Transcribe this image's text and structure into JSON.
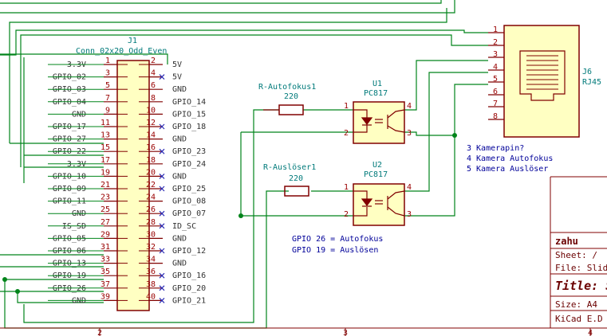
{
  "j1": {
    "ref": "J1",
    "value": "Conn_02x20_Odd_Even",
    "rows": [
      {
        "ln": "3.3V",
        "lp": "1",
        "rp": "2",
        "rn": "5V"
      },
      {
        "ln": "GPIO_02",
        "lp": "3",
        "rp": "4",
        "rn": "5V"
      },
      {
        "ln": "GPIO_03",
        "lp": "5",
        "rp": "6",
        "rn": "GND"
      },
      {
        "ln": "GPIO_04",
        "lp": "7",
        "rp": "8",
        "rn": "GPIO_14"
      },
      {
        "ln": "GND",
        "lp": "9",
        "rp": "10",
        "rn": "GPIO_15"
      },
      {
        "ln": "GPIO_17",
        "lp": "11",
        "rp": "12",
        "rn": "GPIO_18"
      },
      {
        "ln": "GPIO_27",
        "lp": "13",
        "rp": "14",
        "rn": "GND"
      },
      {
        "ln": "GPIO_22",
        "lp": "15",
        "rp": "16",
        "rn": "GPIO_23"
      },
      {
        "ln": "3.3V",
        "lp": "17",
        "rp": "18",
        "rn": "GPIO_24"
      },
      {
        "ln": "GPIO_10",
        "lp": "19",
        "rp": "20",
        "rn": "GND"
      },
      {
        "ln": "GPIO_09",
        "lp": "21",
        "rp": "22",
        "rn": "GPIO_25"
      },
      {
        "ln": "GPIO_11",
        "lp": "23",
        "rp": "24",
        "rn": "GPIO_08"
      },
      {
        "ln": "GND",
        "lp": "25",
        "rp": "26",
        "rn": "GPIO_07"
      },
      {
        "ln": "IS_SD",
        "lp": "27",
        "rp": "28",
        "rn": "ID_SC"
      },
      {
        "ln": "GPIO_05",
        "lp": "29",
        "rp": "30",
        "rn": "GND"
      },
      {
        "ln": "GPIO_06",
        "lp": "31",
        "rp": "32",
        "rn": "GPIO_12"
      },
      {
        "ln": "GPIO_13",
        "lp": "33",
        "rp": "34",
        "rn": "GND"
      },
      {
        "ln": "GPIO_19",
        "lp": "35",
        "rp": "36",
        "rn": "GPIO_16"
      },
      {
        "ln": "GPIO_26",
        "lp": "37",
        "rp": "38",
        "rn": "GPIO_20"
      },
      {
        "ln": "GND",
        "lp": "39",
        "rp": "40",
        "rn": "GPIO_21"
      }
    ]
  },
  "r1": {
    "ref": "R-Autofokus1",
    "value": "220"
  },
  "r2": {
    "ref": "R-Auslöser1",
    "value": "220"
  },
  "u1": {
    "ref": "U1",
    "value": "PC817",
    "pins": [
      "1",
      "2",
      "4",
      "3"
    ]
  },
  "u2": {
    "ref": "U2",
    "value": "PC817",
    "pins": [
      "1",
      "2",
      "4",
      "3"
    ]
  },
  "j6": {
    "ref": "J6",
    "value": "RJ45",
    "pins": [
      "1",
      "2",
      "3",
      "4",
      "5",
      "6",
      "7",
      "8"
    ]
  },
  "rj_notes": [
    "3 Kamerapin?",
    "4 Kamera Autofokus",
    "5 Kamera Auslöser"
  ],
  "gpio_notes": [
    "GPIO 26 = Autofokus",
    "GPIO 19 = Auslösen"
  ],
  "title_block": {
    "company": "zahu",
    "sheet": "Sheet: /",
    "file": "File: Slide",
    "title": "Title: S",
    "size": "Size: A4",
    "tool": "KiCad E.D"
  },
  "border_marks": [
    "2",
    "3",
    "4"
  ]
}
